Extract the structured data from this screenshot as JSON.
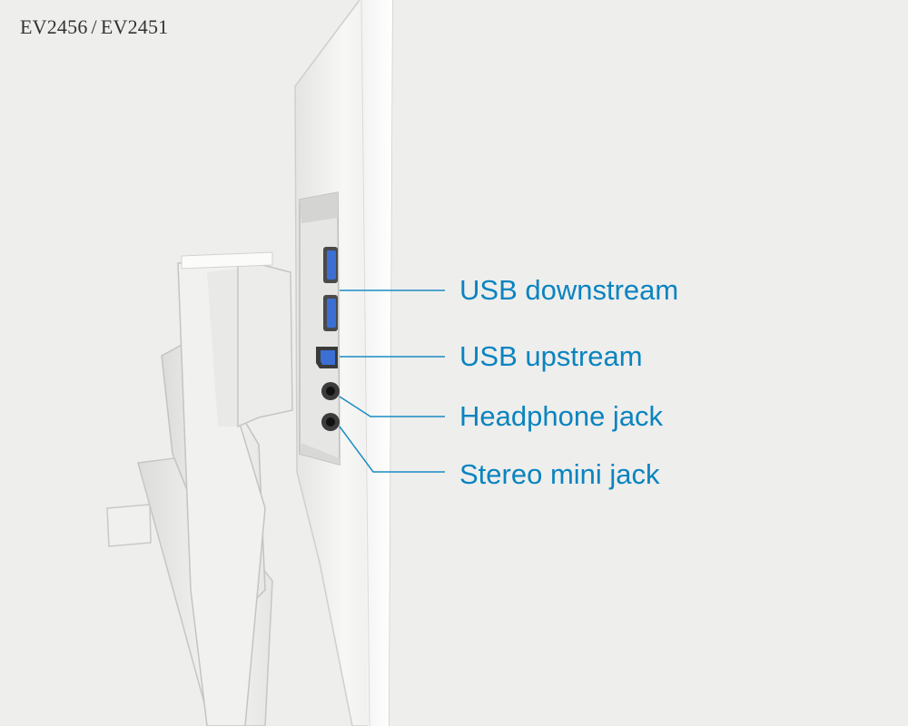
{
  "header": {
    "model_primary": "EV2456",
    "model_separator": "/",
    "model_secondary": "EV2451"
  },
  "callouts": [
    {
      "label": "USB downstream"
    },
    {
      "label": "USB upstream"
    },
    {
      "label": "Headphone jack"
    },
    {
      "label": "Stereo mini jack"
    }
  ],
  "colors": {
    "background": "#eeeeed",
    "callout_text": "#0a84bf",
    "leader_line": "#1a8cc4",
    "usb_port_blue": "#3b6fd4",
    "monitor_body": "#f3f3f2"
  }
}
